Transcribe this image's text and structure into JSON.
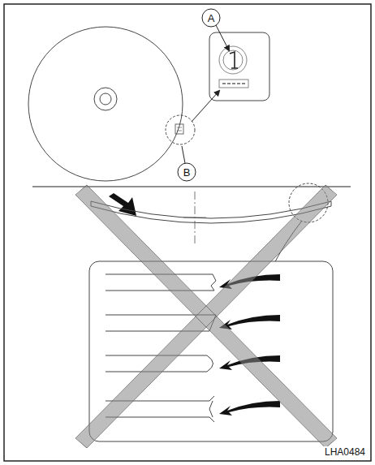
{
  "diagram": {
    "labels": [
      "A",
      "B",
      "LHA0484"
    ]
  }
}
